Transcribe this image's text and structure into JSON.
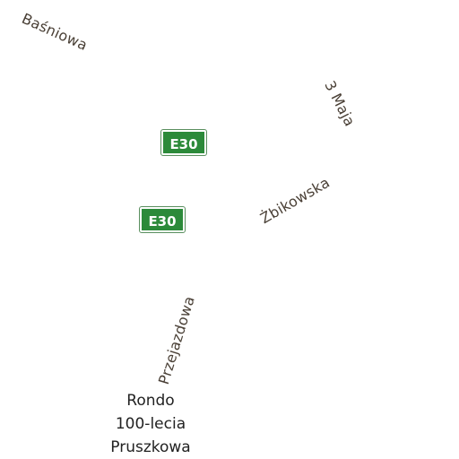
{
  "streets": {
    "basniowa": "Baśniowa",
    "trzeci_maja": "3 Maja",
    "zbikowska": "Żbikowska",
    "przejazdowa": "Przejazdowa"
  },
  "route_shields": [
    {
      "label": "E30",
      "color": "#2c8a3a"
    },
    {
      "label": "E30",
      "color": "#2c8a3a"
    }
  ],
  "place": {
    "lines": [
      "Rondo",
      "100-lecia",
      "Pruszkowa"
    ]
  }
}
